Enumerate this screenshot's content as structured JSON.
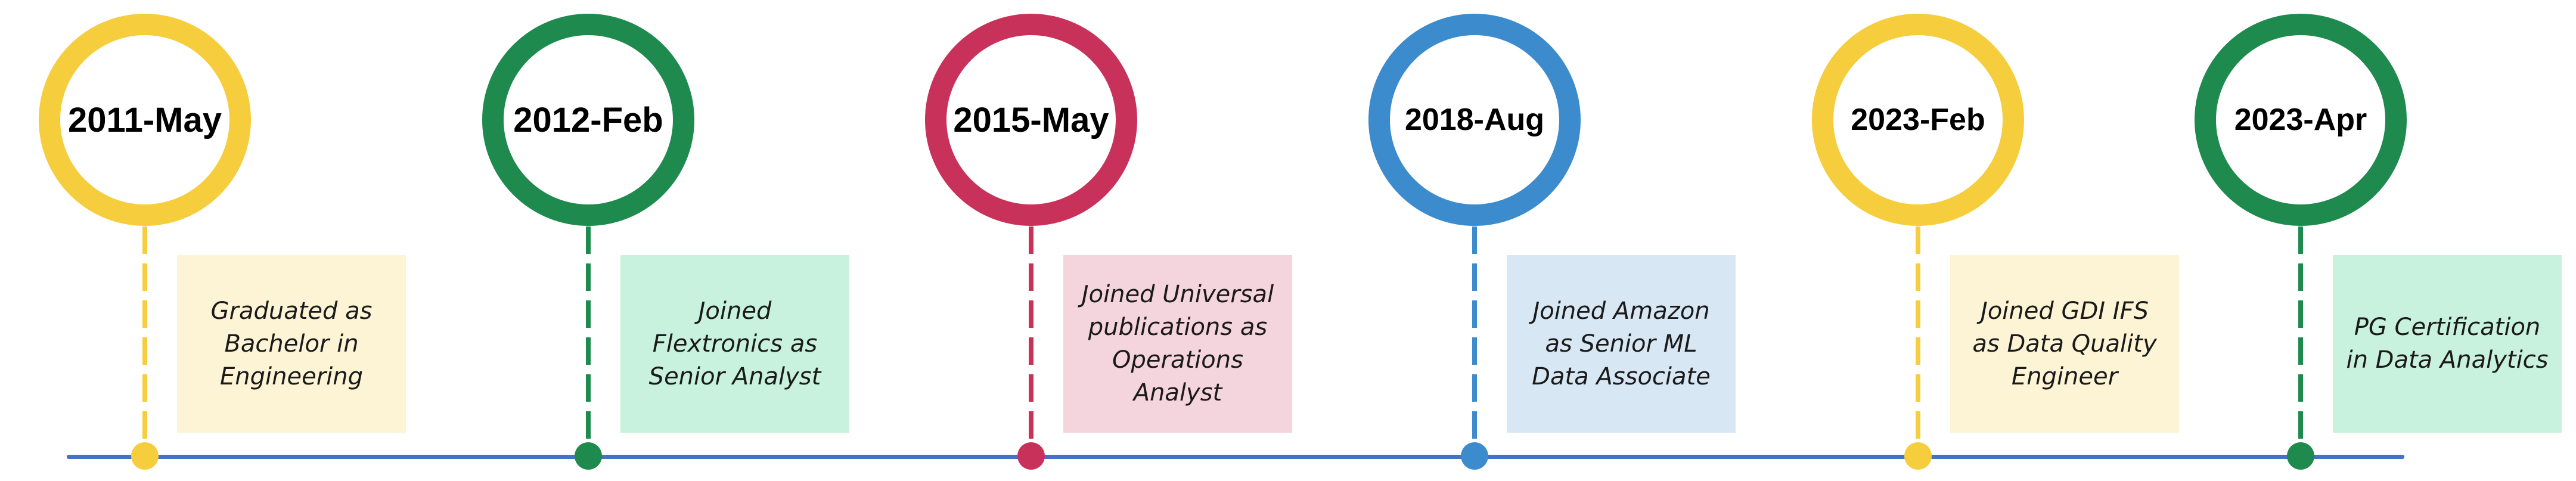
{
  "colors": {
    "axis": "#4472C4",
    "yellow": "#F6CD3C",
    "green": "#1E8A4E",
    "crimson": "#C8325A",
    "blue": "#3C8CCD",
    "yellow_card": "#FDF4D6",
    "green_card": "#C8F2DD",
    "crimson_card": "#F4D4DD",
    "blue_card": "#D8E7F4"
  },
  "events": [
    {
      "date": "2011-May",
      "lines": [
        "Graduated as",
        "Bachelor in",
        "Engineering"
      ],
      "ring_color": "#F6CD3C",
      "card_color": "#FDF4D6"
    },
    {
      "date": "2012-Feb",
      "lines": [
        "Joined",
        "Flextronics as",
        "Senior Analyst"
      ],
      "ring_color": "#1E8A4E",
      "card_color": "#C8F2DD"
    },
    {
      "date": "2015-May",
      "lines": [
        "Joined Universal",
        "publications as",
        "Operations",
        "Analyst"
      ],
      "ring_color": "#C8325A",
      "card_color": "#F4D4DD"
    },
    {
      "date": "2018-Aug",
      "lines": [
        "Joined Amazon",
        "as Senior ML",
        "Data Associate"
      ],
      "ring_color": "#3C8CCD",
      "card_color": "#D8E7F4"
    },
    {
      "date": "2023-Feb",
      "lines": [
        "Joined GDI IFS",
        "as Data Quality",
        "Engineer"
      ],
      "ring_color": "#F6CD3C",
      "card_color": "#FDF4D6"
    },
    {
      "date": "2023-Apr",
      "lines": [
        "PG Certification",
        "in Data Analytics"
      ],
      "ring_color": "#1E8A4E",
      "card_color": "#C8F2DD"
    }
  ]
}
